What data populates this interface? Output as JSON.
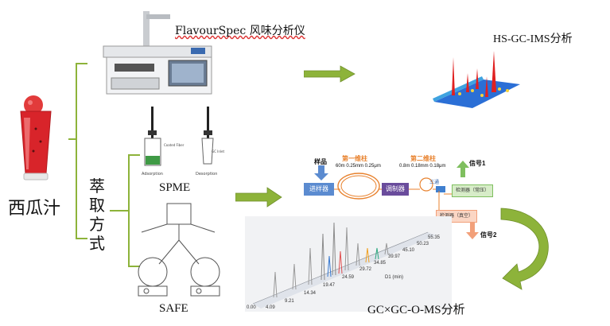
{
  "sample": {
    "label": "西瓜汁"
  },
  "extraction": {
    "label": "萃取方式",
    "chars": [
      "萃",
      "取",
      "方",
      "式"
    ]
  },
  "instrument": {
    "label": "FlavourSpec 风味分析仪",
    "brand": "FlavourSpec"
  },
  "result_top": {
    "label": "HS-GC-IMS分析"
  },
  "spme": {
    "label": "SPME",
    "adsorption": "Adsorption",
    "desorption": "Desorption",
    "fiber": "Coated Fiber",
    "inlet": "GC Inlet"
  },
  "safe": {
    "label": "SAFE"
  },
  "gcxgc": {
    "sample": "样品",
    "injector": "进样器",
    "col1_title": "第一维柱",
    "col1_spec": "60m 0.25mm 0.25μm",
    "modulator": "调制器",
    "col2_title": "第二维柱",
    "col2_spec": "0.8m 0.18mm 0.18μm",
    "tee": "三通",
    "det1": "检测器（常压）",
    "signal1": "信号1",
    "det2": "检测器（真空）",
    "signal2": "信号2"
  },
  "result_bottom": {
    "label": "GC×GC-O-MS分析"
  },
  "chrom": {
    "axis_label": "D1 (min)",
    "ticks_right": [
      "55.35",
      "50.23",
      "45.10",
      "39.97",
      "34.85",
      "29.72",
      "24.59",
      "19.47",
      "14.34",
      "9.21",
      "4.09"
    ],
    "ticks_left": [
      "4.09",
      "0.00"
    ]
  },
  "colors": {
    "arrow": "#8db33a",
    "bracket": "#8db33a",
    "juice": "#d8242a",
    "injector": "#5b8bd0",
    "modulator": "#6a4c9c",
    "det1": "#7fbf5f",
    "det2": "#f2a07a",
    "orange": "#e8822e"
  }
}
